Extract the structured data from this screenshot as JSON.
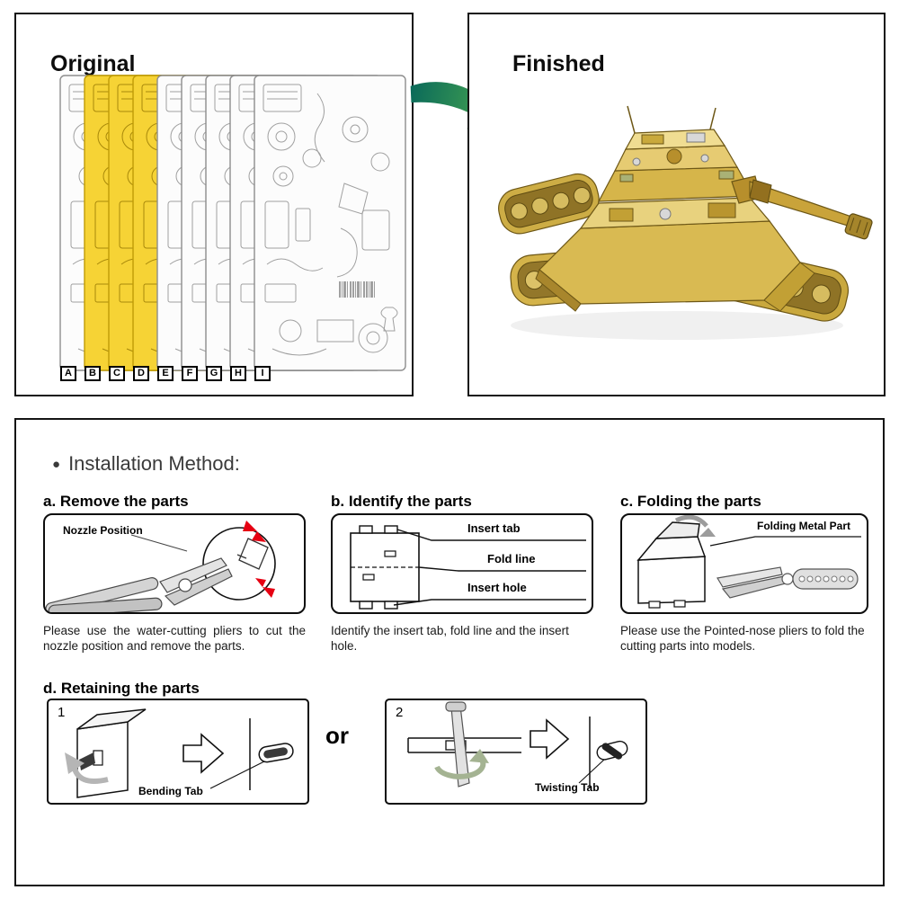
{
  "original": {
    "title": "Original",
    "sheet_labels": [
      "A",
      "B",
      "C",
      "D",
      "E",
      "F",
      "G",
      "H",
      "I"
    ]
  },
  "finished": {
    "title": "Finished"
  },
  "install": {
    "bullet": "●",
    "heading": "Installation Method:",
    "step_a": {
      "title": "a. Remove the parts",
      "nozzle_label": "Nozzle Position",
      "caption": "Please use the water-cutting pliers to cut the nozzle position and remove the parts."
    },
    "step_b": {
      "title": "b. Identify the parts",
      "insert_tab": "Insert tab",
      "fold_line": "Fold line",
      "insert_hole": "Insert hole",
      "caption": "Identify the insert tab, fold line and the insert hole."
    },
    "step_c": {
      "title": "c. Folding the parts",
      "folding_label": "Folding Metal Part",
      "caption": "Please use the Pointed-nose pliers to fold the cutting parts into models."
    },
    "step_d": {
      "title": "d. Retaining the parts",
      "num1": "1",
      "num2": "2",
      "bending_label": "Bending Tab",
      "or_label": "or",
      "twisting_label": "Twisting Tab"
    }
  },
  "colors": {
    "sheet_yellow": "#f6d335",
    "arrow_green_start": "#0a6a5a",
    "arrow_green_end": "#53b14e",
    "accent_red": "#e60012",
    "gold": "#d1ab3d"
  }
}
